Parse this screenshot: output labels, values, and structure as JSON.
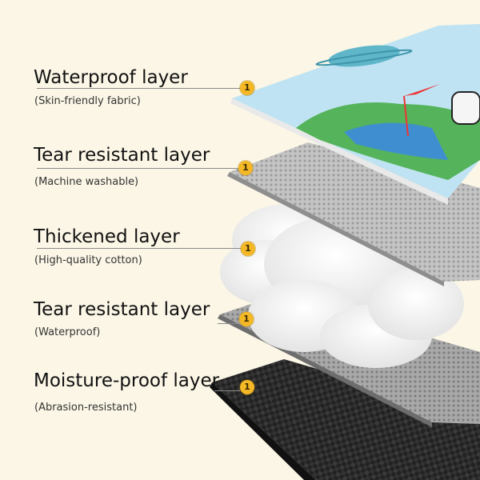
{
  "layers": [
    {
      "title": "Waterproof layer",
      "subtitle": "(Skin-friendly fabric)",
      "badge": "1"
    },
    {
      "title": "Tear resistant  layer",
      "subtitle": "(Machine washable)",
      "badge": "1"
    },
    {
      "title": "Thickened layer",
      "subtitle": "(High-quality cotton)",
      "badge": "1"
    },
    {
      "title": "Tear resistant layer",
      "subtitle": "(Waterproof)",
      "badge": "1"
    },
    {
      "title": "Moisture-proof layer",
      "subtitle": "(Abrasion-resistant)",
      "badge": "1"
    }
  ],
  "colors": {
    "background": "#fbf6e6",
    "badge": "#f4b826",
    "sky": "#bfe3f2",
    "mesh": "#b9b9b9",
    "cotton": "#ffffff",
    "carbon": "#2a2a2a"
  }
}
